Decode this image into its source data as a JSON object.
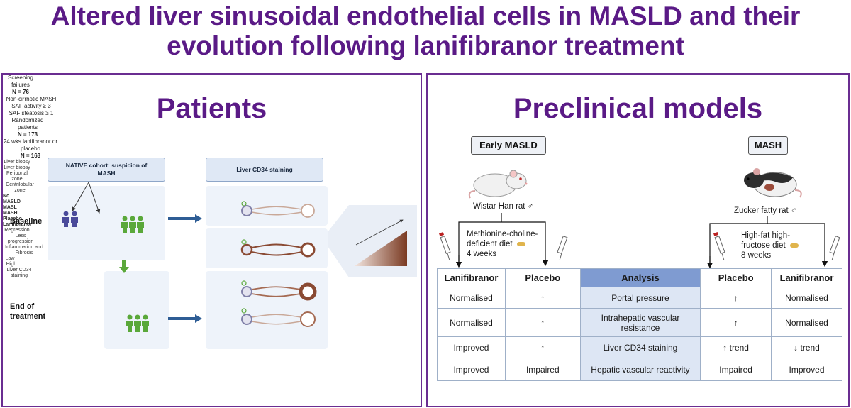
{
  "title_line1": "Altered liver sinusoidal endothelial cells in MASLD and their",
  "title_line2": "evolution following lanifibranor treatment",
  "patients": {
    "heading": "Patients",
    "native_cohort": "NATIVE cohort: suspicion of MASH",
    "baseline_label": "Baseline",
    "end_label": "End of treatment",
    "screening_label": "Screening failures",
    "screening_n": "N = 76",
    "criteria_1": "Non-cirrhotic MASH",
    "criteria_2": "SAF activity ≥ 3",
    "criteria_3": "SAF steatosis ≥ 1",
    "randomized_label": "Randomized patients",
    "randomized_n": "N = 173",
    "treatment_label": "24 wks lanifibranor or placebo",
    "treatment_n": "N = 163",
    "biopsy_1": "Liver biopsy",
    "biopsy_2": "Liver biopsy",
    "cd34_header": "Liver CD34 staining",
    "periportal": "Periportal zone",
    "centrilobular": "Centrilobular zone",
    "no_masld": "No MASLD",
    "masl_mash": "MASL MASH",
    "placebo": "Placebo",
    "lanifibranor": "Lanifibranor",
    "regression": "Regression",
    "less_progression": "Less progression",
    "inflammation": "Inflammation and Fibrosis",
    "low": "Low",
    "high": "High",
    "cd34_scale": "Liver CD34 staining"
  },
  "preclinical": {
    "heading": "Preclinical models",
    "early_tag": "Early MASLD",
    "mash_tag": "MASH",
    "wistar": "Wistar Han rat ♂",
    "zucker": "Zucker fatty rat ♂",
    "diet_left_1": "Methionine-choline-",
    "diet_left_2": "deficient diet",
    "diet_left_3": "4 weeks",
    "diet_right_1": "High-fat high-",
    "diet_right_2": "fructose diet",
    "diet_right_3": "8 weeks"
  },
  "results_table": {
    "headers": [
      "Lanifibranor",
      "Placebo",
      "Analysis",
      "Placebo",
      "Lanifibranor"
    ],
    "rows": [
      [
        "Normalised",
        "↑",
        "Portal pressure",
        "↑",
        "Normalised"
      ],
      [
        "Normalised",
        "↑",
        "Intrahepatic vascular resistance",
        "↑",
        "Normalised"
      ],
      [
        "Improved",
        "↑",
        "Liver CD34 staining",
        "↑ trend",
        "↓ trend"
      ],
      [
        "Improved",
        "Impaired",
        "Hepatic vascular reactivity",
        "Impaired",
        "Improved"
      ]
    ]
  },
  "colors": {
    "title_purple": "#5a1a86",
    "lanifibranor_pink": "#e0479a",
    "analysis_blue": "#7f9bd1",
    "arrow_blue": "#2e5d95",
    "arrow_green": "#5aa83a",
    "vessel_brown": "#8a4a33"
  },
  "icons": [
    "people-icon",
    "rat-icon",
    "syringe-icon",
    "pill-icon",
    "vessel-icon",
    "gradient-triangle-icon"
  ]
}
